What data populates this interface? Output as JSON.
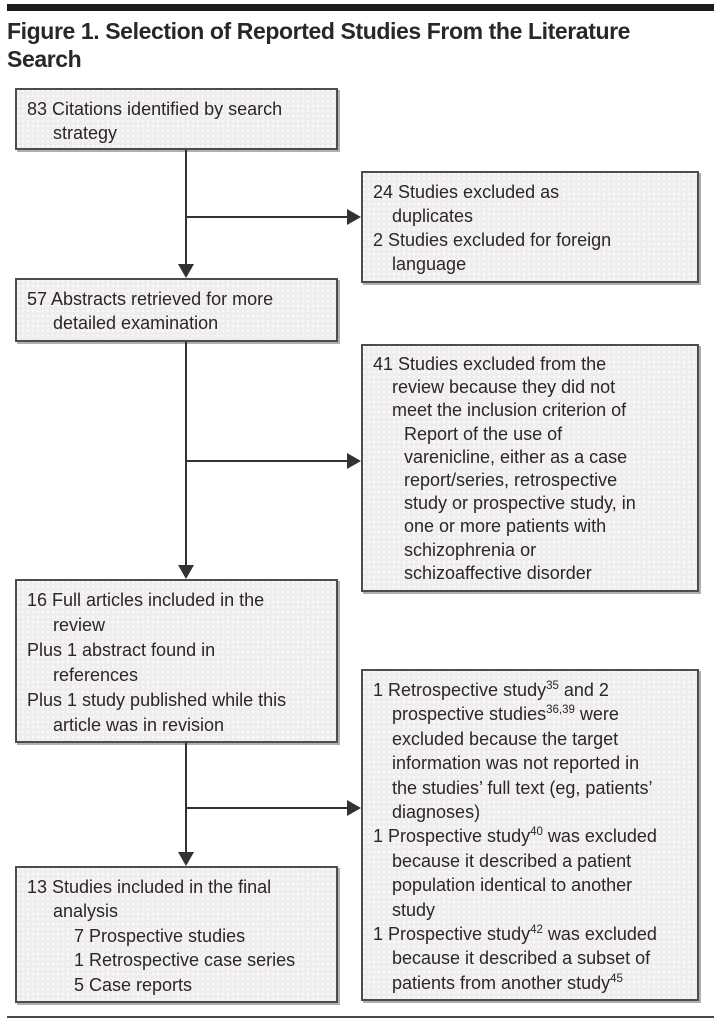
{
  "title": {
    "lines": [
      "Figure 1. Selection of Reported Studies From the Literature",
      "Search"
    ]
  },
  "colors": {
    "box_fill": "#efeeec",
    "box_border": "#4d4d4d",
    "text": "#2b2627",
    "line": "#323232",
    "rule_top": "#1e1a1b",
    "rule_bottom": "#4a4a4a"
  },
  "flow": {
    "left_boxes": [
      {
        "name": "citations-identified",
        "lines": [
          "83 Citations identified by search",
          "strategy"
        ]
      },
      {
        "name": "abstracts-retrieved",
        "lines": [
          "57 Abstracts retrieved for more",
          "detailed examination"
        ]
      },
      {
        "name": "full-articles-included",
        "lines": [
          "16 Full articles included in the",
          "review",
          "Plus 1 abstract found in",
          "references",
          "Plus 1 study published while this",
          "article was in revision"
        ]
      },
      {
        "name": "final-analysis",
        "lines": [
          "13 Studies included in the final",
          "analysis",
          "7 Prospective studies",
          "1 Retrospective case series",
          "5 Case reports"
        ]
      }
    ],
    "right_boxes": [
      {
        "name": "excluded-duplicates-foreign",
        "lines": [
          "24 Studies excluded as",
          "duplicates",
          "2 Studies excluded for foreign",
          "language"
        ]
      },
      {
        "name": "excluded-inclusion-criterion",
        "lines": [
          "41 Studies excluded from the",
          "review because they did not",
          "meet the inclusion criterion of",
          "Report of the use of",
          "varenicline, either as a case",
          "report/series, retrospective",
          "study or prospective study, in",
          "one or more patients with",
          "schizophrenia or",
          "schizoaffective disorder"
        ]
      },
      {
        "name": "excluded-reporting-overlap",
        "lines": [
          {
            "pre": "1 Retrospective study",
            "sup": "35",
            "post": " and 2"
          },
          {
            "pre": "prospective studies",
            "sup": "36,39",
            "post": " were"
          },
          "excluded because the target",
          "information was not reported in",
          "the studies’ full text (eg, patients’",
          "diagnoses)",
          {
            "pre": "1 Prospective study",
            "sup": "40",
            "post": " was excluded"
          },
          "because it described a patient",
          "population identical to another",
          "study",
          {
            "pre": "1 Prospective study",
            "sup": "42",
            "post": " was excluded"
          },
          "because it described a subset of",
          {
            "pre": "patients from another study",
            "sup": "45",
            "post": ""
          }
        ]
      }
    ]
  }
}
